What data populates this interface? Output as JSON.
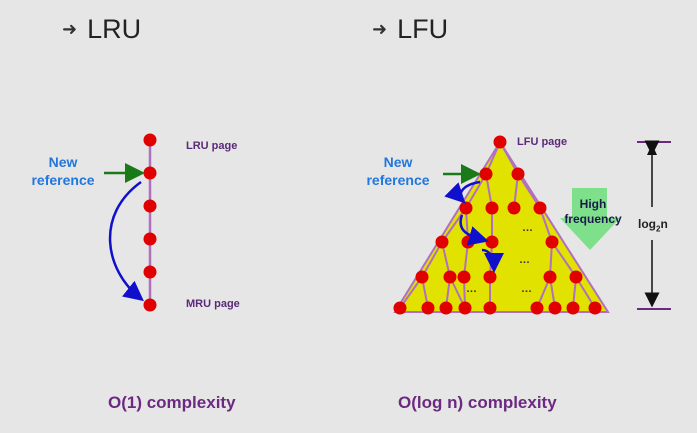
{
  "lru": {
    "title": "LRU",
    "top_label": "LRU page",
    "bottom_label": "MRU page",
    "new_ref_line1": "New",
    "new_ref_line2": "reference",
    "complexity": "O(1) complexity"
  },
  "lfu": {
    "title": "LFU",
    "top_label": "LFU page",
    "new_ref_line1": "New",
    "new_ref_line2": "reference",
    "freq_line1": "High",
    "freq_line2": "frequency",
    "log_base": "log",
    "log_sub": "2",
    "log_var": "n",
    "ellipsis": "…",
    "complexity": "O(log n) complexity"
  },
  "colors": {
    "node": "#e00000",
    "edge": "#b070c0",
    "triangle": "#e2e200",
    "arrow_green": "#1a7a1a",
    "arrow_blue": "#1010cc",
    "freq_arrow": "#7ee08a"
  }
}
